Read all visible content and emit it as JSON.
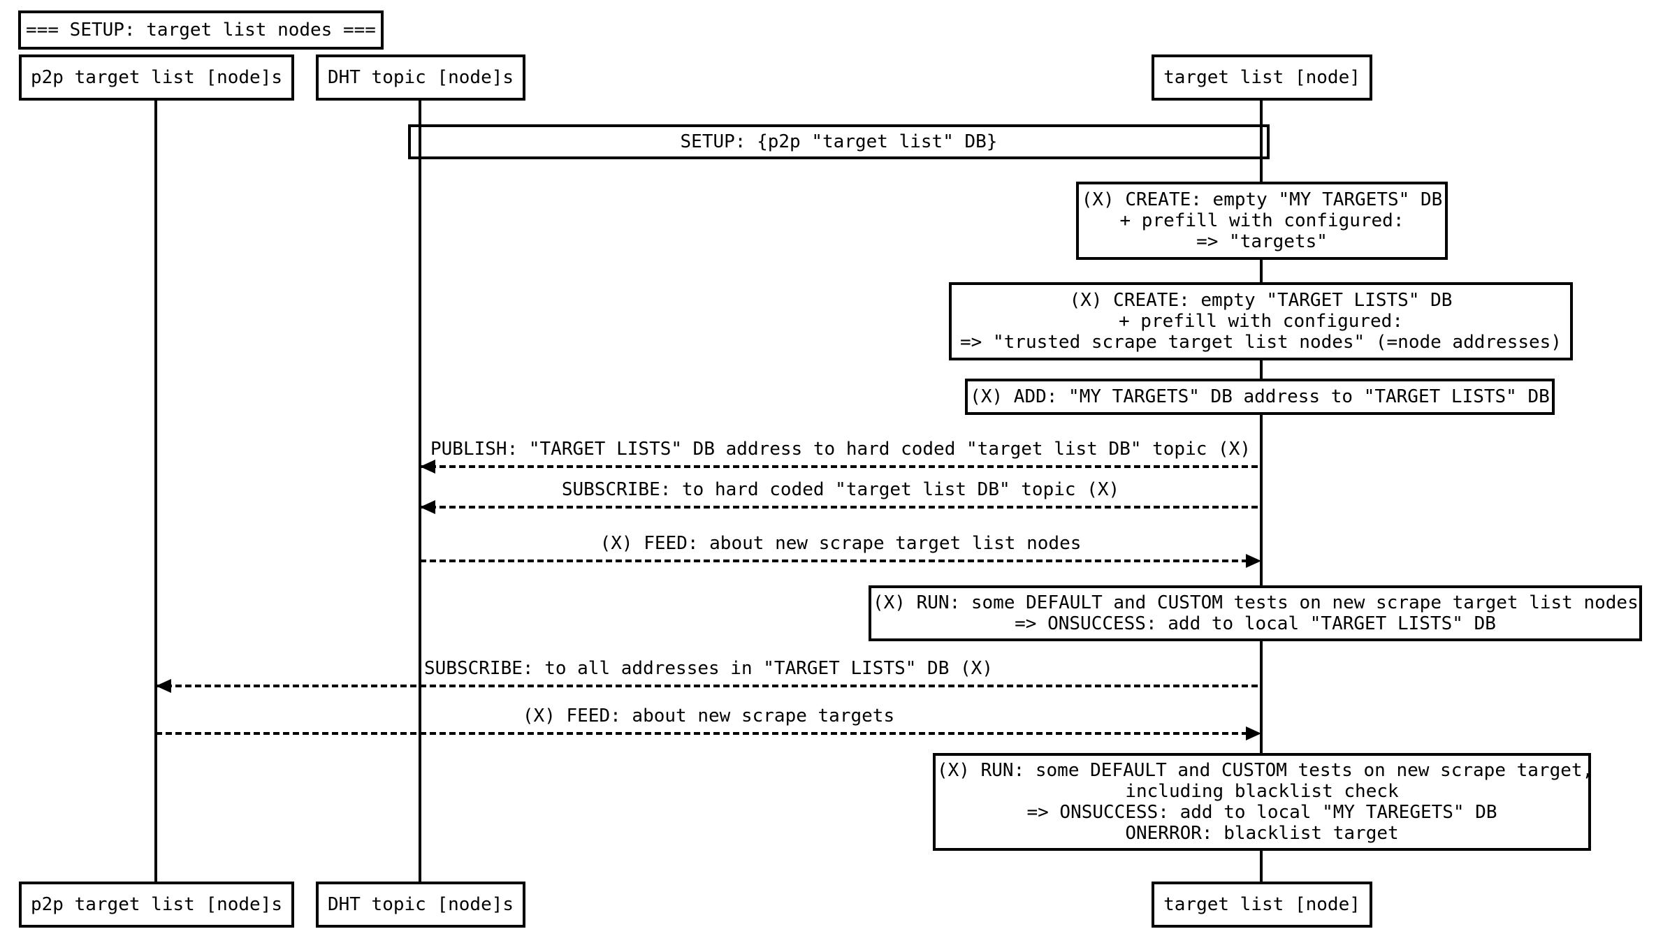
{
  "colors": {
    "background": "#ffffff",
    "stroke": "#000000",
    "text": "#000000"
  },
  "diagram": {
    "title": "=== SETUP: target list nodes ===",
    "actors": [
      {
        "id": "p2p",
        "label": "p2p target list [node]s"
      },
      {
        "id": "dht",
        "label": "DHT topic [node]s"
      },
      {
        "id": "target",
        "label": "target list [node]"
      }
    ],
    "frame": {
      "label": "SETUP: {p2p \"target list\" DB}"
    },
    "notes": [
      {
        "lines": [
          "(X) CREATE: empty \"MY TARGETS\" DB",
          "+ prefill with configured:",
          "=> \"targets\""
        ]
      },
      {
        "lines": [
          "(X) CREATE: empty \"TARGET LISTS\" DB",
          "+ prefill with configured:",
          "=> \"trusted scrape target list nodes\" (=node addresses)"
        ]
      },
      {
        "lines": [
          "(X) ADD: \"MY TARGETS\" DB address to \"TARGET LISTS\" DB"
        ]
      },
      {
        "lines": [
          "(X) RUN: some DEFAULT and CUSTOM tests on new scrape target list nodes",
          "=> ONSUCCESS: add to local \"TARGET LISTS\" DB"
        ]
      },
      {
        "lines": [
          "(X) RUN: some DEFAULT and CUSTOM tests on new scrape target,",
          "including blacklist check",
          "=> ONSUCCESS: add to local \"MY TAREGETS\" DB",
          "ONERROR: blacklist target"
        ]
      }
    ],
    "messages": [
      {
        "label": "PUBLISH: \"TARGET LISTS\" DB address to hard coded \"target list DB\" topic (X)",
        "from": "target list [node]",
        "to": "DHT topic [node]s",
        "direction": "left",
        "style": "dashed"
      },
      {
        "label": "SUBSCRIBE: to hard coded \"target list DB\" topic (X)",
        "from": "target list [node]",
        "to": "DHT topic [node]s",
        "direction": "left",
        "style": "dashed"
      },
      {
        "label": "(X) FEED: about new scrape target list nodes",
        "from": "DHT topic [node]s",
        "to": "target list [node]",
        "direction": "right",
        "style": "dashed"
      },
      {
        "label": "SUBSCRIBE: to all addresses in \"TARGET LISTS\" DB (X)",
        "from": "target list [node]",
        "to": "p2p target list [node]s",
        "direction": "left",
        "style": "dashed"
      },
      {
        "label": "(X) FEED: about new scrape targets",
        "from": "p2p target list [node]s",
        "to": "target list [node]",
        "direction": "right",
        "style": "dashed"
      }
    ]
  }
}
